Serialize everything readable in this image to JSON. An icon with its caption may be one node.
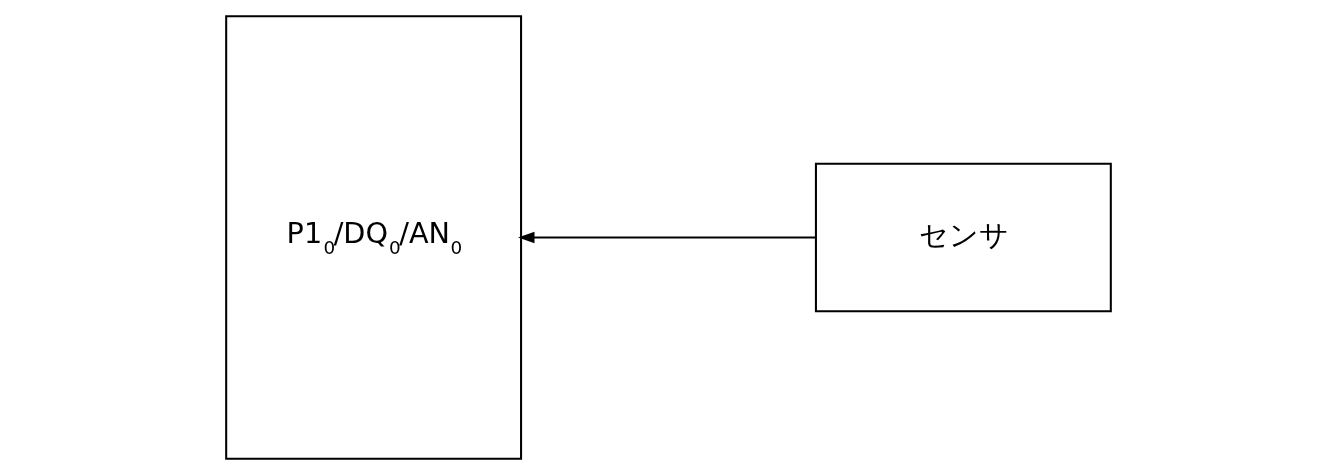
{
  "diagram": {
    "nodes": [
      {
        "text": [
          "P1$_{0}$/DQ$_{0}$/AN$_{0}$"
        ]
      },
      {
        "text": [
          "センサ"
        ]
      }
    ],
    "edges": [
      {
        "from": 1,
        "to": 0,
        "arrow": "to"
      }
    ]
  }
}
